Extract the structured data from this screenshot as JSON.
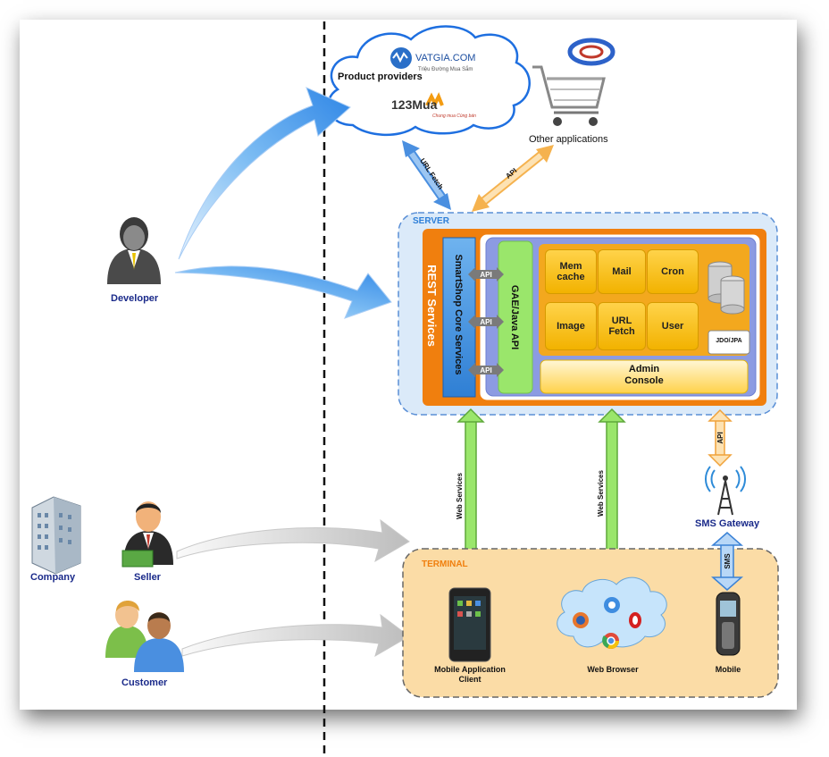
{
  "product_providers": {
    "title": "Product providers",
    "logo1_name": "VATGIA.COM",
    "logo1_tagline": "Triệu Đường Mua Sắm",
    "logo2_name": "123Mua",
    "logo2_tagline": "Chung mua Cùng bán"
  },
  "other_apps": {
    "label": "Other applications"
  },
  "server": {
    "title": "SERVER",
    "rest_services": "REST Services",
    "core_services": "SmartShop Core Services",
    "gae_api": "GAE/Java API",
    "api_labels": [
      "API",
      "API",
      "API"
    ],
    "tiles": [
      "Mem\ncache",
      "Mail",
      "Cron",
      "Image",
      "URL\nFetch",
      "User"
    ],
    "jdo": "JDO/JPA",
    "admin_console": "Admin\nConsole"
  },
  "arrows": {
    "url_fetch": "URL Fetch",
    "api_other": "API",
    "web_services_1": "Web Services",
    "web_services_2": "Web Services",
    "api_sms": "API",
    "sms": "SMS"
  },
  "sms_gateway": {
    "label": "SMS Gateway"
  },
  "terminal": {
    "title": "TERMINAL",
    "mobile_app": "Mobile Application\nClient",
    "web_browser": "Web Browser",
    "mobile": "Mobile"
  },
  "actors": {
    "developer": "Developer",
    "company": "Company",
    "seller": "Seller",
    "customer": "Customer"
  },
  "colors": {
    "server_bg": "#dbeaf9",
    "terminal_bg": "#fbdca6",
    "orange": "#f07f0e",
    "periwinkle": "#8c9be2",
    "green": "#9ae66b",
    "blue_arrow": "#5aa7ef"
  }
}
